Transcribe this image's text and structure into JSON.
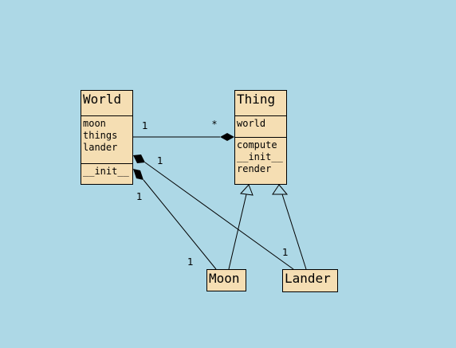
{
  "classes": {
    "world": {
      "name": "World",
      "attributes": [
        "moon",
        "things",
        "lander"
      ],
      "methods": [
        "__init__"
      ]
    },
    "thing": {
      "name": "Thing",
      "attributes": [
        "world"
      ],
      "methods": [
        "compute",
        "__init__",
        "render"
      ]
    },
    "moon": {
      "name": "Moon"
    },
    "lander": {
      "name": "Lander"
    }
  },
  "relations": {
    "world_things": {
      "type": "composition",
      "source_multiplicity": "1",
      "target_multiplicity": "*"
    },
    "world_lander": {
      "type": "composition",
      "source_multiplicity": "1",
      "target_multiplicity": "1"
    },
    "world_moon": {
      "type": "composition",
      "source_multiplicity": "1",
      "target_multiplicity": "1"
    },
    "moon_thing": {
      "type": "inheritance"
    },
    "lander_thing": {
      "type": "inheritance"
    }
  },
  "colors": {
    "background": "#ADD8E6",
    "class_fill": "#F5DEB3",
    "line": "#000000"
  }
}
